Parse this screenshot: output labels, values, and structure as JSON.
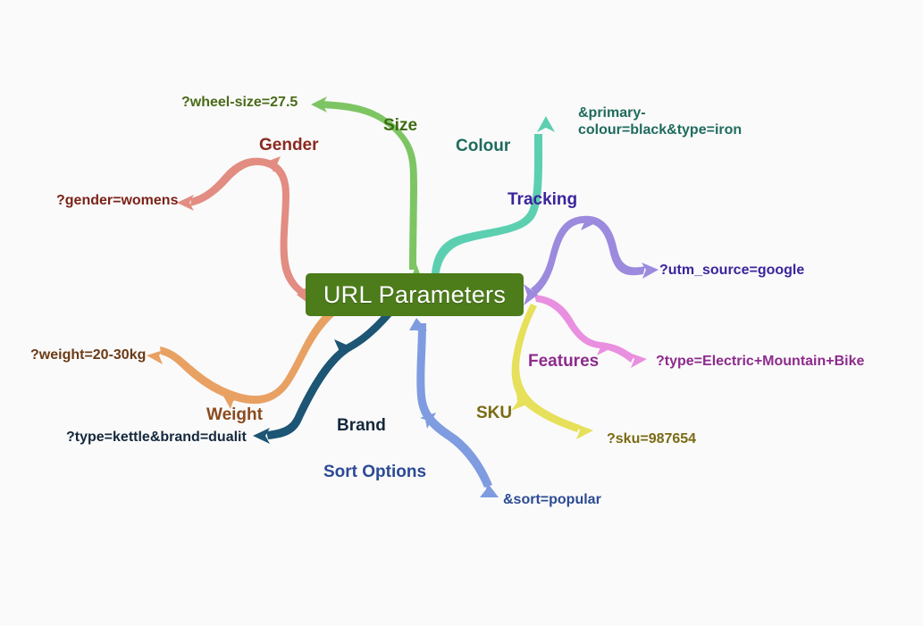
{
  "diagram": {
    "title": "URL Parameters",
    "background_color": "#fafafa",
    "center": {
      "label": "URL Parameters",
      "fill_color": "#4d7c1a",
      "text_color": "#ffffff"
    },
    "branches": [
      {
        "id": "size",
        "name": "Size",
        "name_color": "#3f6b13",
        "branch_color": "#7dc563",
        "leaf": "?wheel-size=27.5",
        "leaf_color": "#4a6b17"
      },
      {
        "id": "colour",
        "name": "Colour",
        "name_color": "#1f6b5e",
        "branch_color": "#5ccfb1",
        "leaf": "&primary-colour=black&type=iron",
        "leaf_color": "#1f6b5e"
      },
      {
        "id": "tracking",
        "name": "Tracking",
        "name_color": "#3b249c",
        "branch_color": "#9b8ade",
        "leaf": "?utm_source=google",
        "leaf_color": "#3b249c"
      },
      {
        "id": "features",
        "name": "Features",
        "name_color": "#8d2b8d",
        "branch_color": "#e98fe0",
        "leaf": "?type=Electric+Mountain+Bike",
        "leaf_color": "#8d2b8d"
      },
      {
        "id": "sku",
        "name": "SKU",
        "name_color": "#7a6a14",
        "branch_color": "#e6e05a",
        "leaf": "?sku=987654",
        "leaf_color": "#7a6a14"
      },
      {
        "id": "sort-options",
        "name": "Sort Options",
        "name_color": "#2c4a94",
        "branch_color": "#7f9ce0",
        "leaf": "&sort=popular",
        "leaf_color": "#2c4a94"
      },
      {
        "id": "brand",
        "name": "Brand",
        "name_color": "#14283c",
        "branch_color": "#1d5574",
        "leaf": "?type=kettle&brand=dualit",
        "leaf_color": "#14283c"
      },
      {
        "id": "weight",
        "name": "Weight",
        "name_color": "#8a4a1e",
        "branch_color": "#e8a163",
        "leaf": "?weight=20-30kg",
        "leaf_color": "#6b3a16"
      },
      {
        "id": "gender",
        "name": "Gender",
        "name_color": "#8a2a20",
        "branch_color": "#e28c82",
        "leaf": "?gender=womens",
        "leaf_color": "#7a2318"
      }
    ]
  }
}
